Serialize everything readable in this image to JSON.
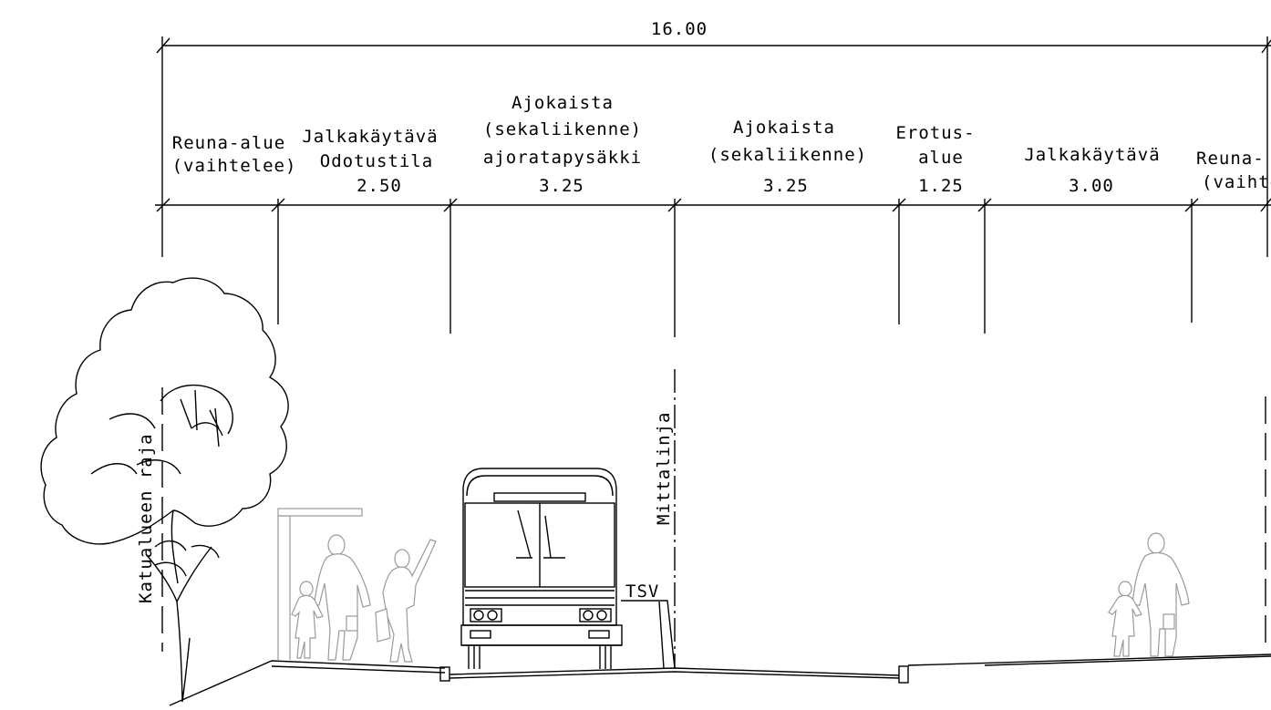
{
  "total_width": "16.00",
  "zones": [
    {
      "lines": [
        "Reuna-alue",
        "(vaihtelee)"
      ],
      "width": ""
    },
    {
      "lines": [
        "Jalkakäytävä",
        "Odotustila"
      ],
      "width": "2.50"
    },
    {
      "lines": [
        "Ajokaista",
        "(sekaliikenne)",
        "ajoratapysäkki"
      ],
      "width": "3.25"
    },
    {
      "lines": [
        "Ajokaista",
        "(sekaliikenne)"
      ],
      "width": "3.25"
    },
    {
      "lines": [
        "Erotus-",
        "alue"
      ],
      "width": "1.25"
    },
    {
      "lines": [
        "Jalkakäytävä"
      ],
      "width": "3.00"
    },
    {
      "lines": [
        "Reuna-",
        "(vaihte"
      ],
      "width": ""
    }
  ],
  "labels": {
    "boundary": "Katualueen raja",
    "centerline": "Mittalinja",
    "tsv": "TSV"
  }
}
